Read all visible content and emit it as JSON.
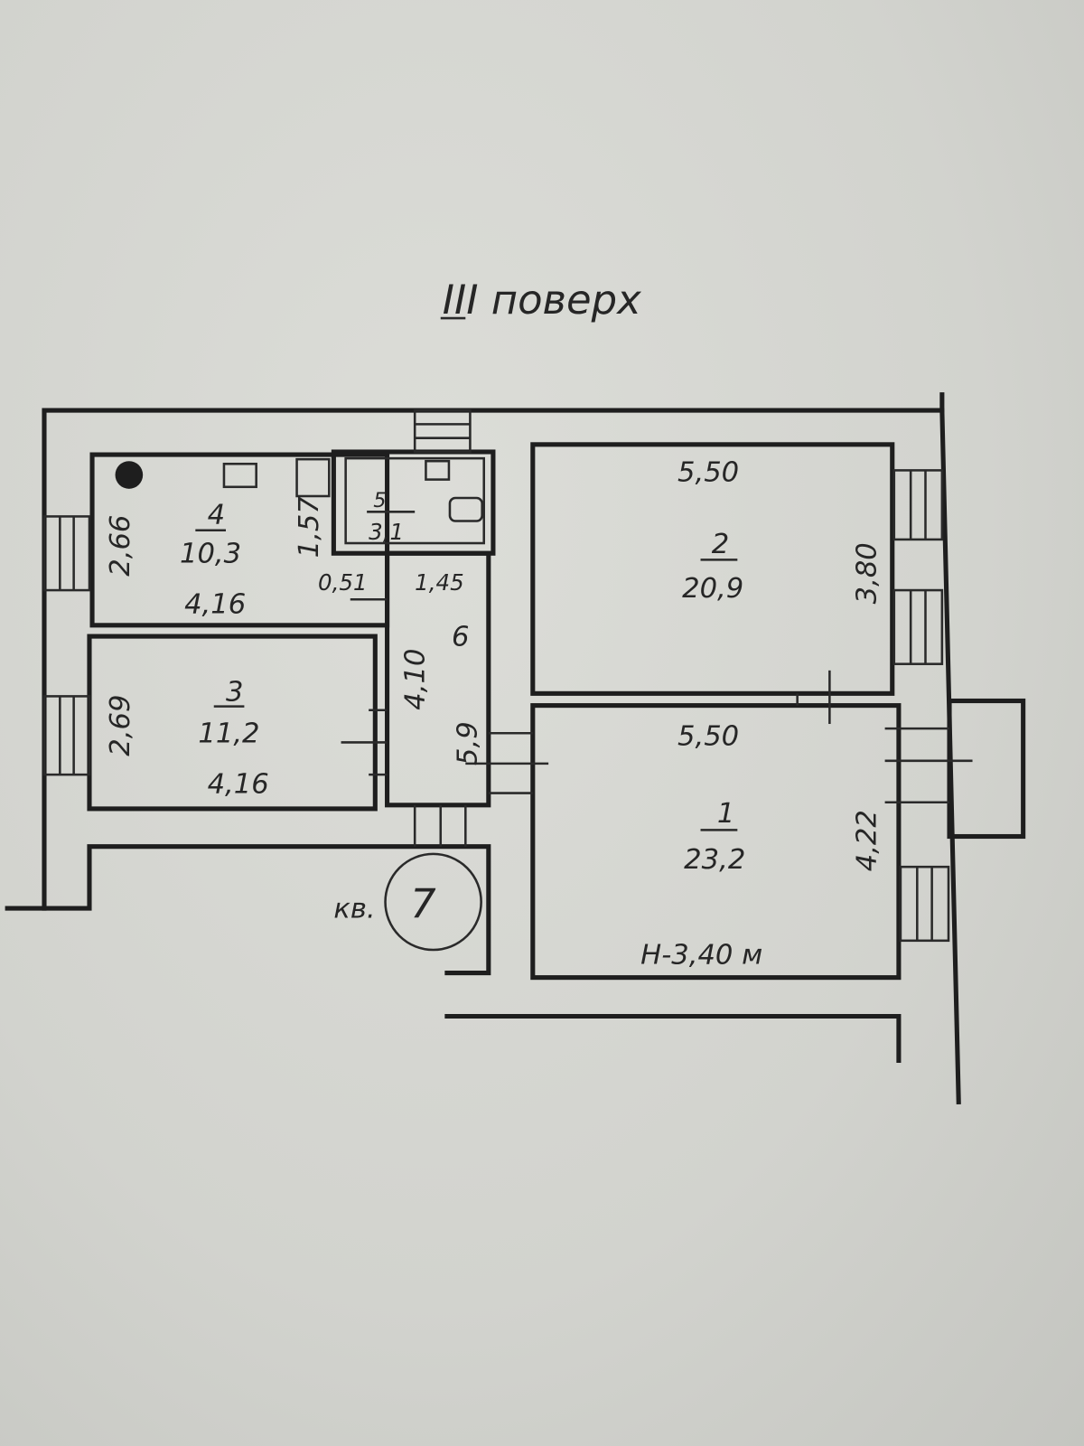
{
  "title": "III поверх",
  "apartment": {
    "label": "кв.",
    "number": "7"
  },
  "ceiling_height": "Н-3,40 м",
  "rooms": [
    {
      "number": "1",
      "area": "23,2",
      "width": "5,50",
      "length": "4,22"
    },
    {
      "number": "2",
      "area": "20,9",
      "width": "5,50",
      "length": "3,80"
    },
    {
      "number": "3",
      "area": "11,2",
      "width": "4,16",
      "length": "2,69"
    },
    {
      "number": "4",
      "area": "10,3",
      "width": "4,16",
      "length": "2,66"
    },
    {
      "number": "5",
      "area": "3,1",
      "width": "1,57"
    },
    {
      "number": "6",
      "area": "5,9",
      "width": "1,45",
      "length": "4,10",
      "offset": "0,51"
    }
  ]
}
